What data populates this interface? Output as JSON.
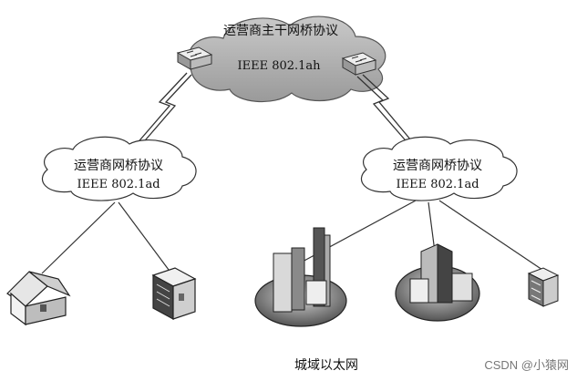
{
  "core_cloud": {
    "title": "运营商主干网桥协议",
    "standard": "IEEE 802.1ah"
  },
  "left_cloud": {
    "title": "运营商网桥协议",
    "standard": "IEEE 802.1ad"
  },
  "right_cloud": {
    "title": "运营商网桥协议",
    "standard": "IEEE 802.1ad"
  },
  "caption": "城域以太网",
  "watermark": "CSDN @小猿网"
}
